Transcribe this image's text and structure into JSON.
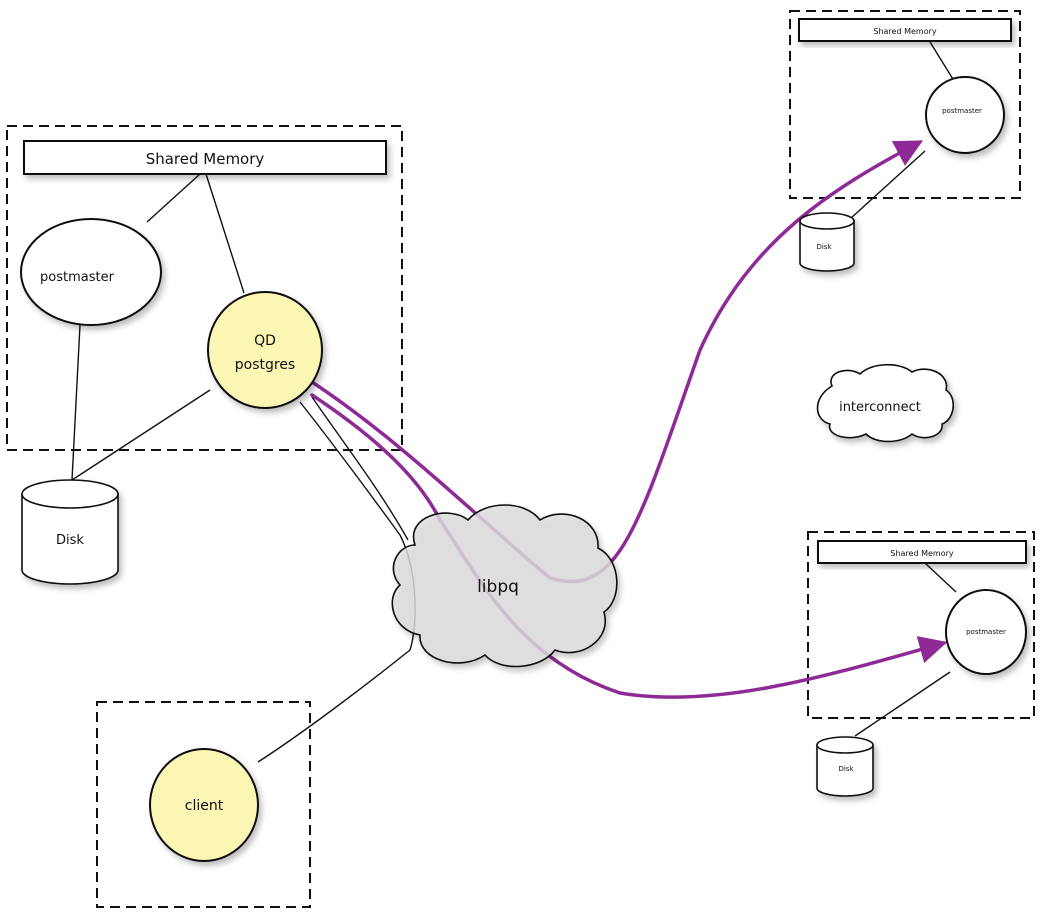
{
  "labels": {
    "main_shared_memory": "Shared Memory",
    "main_postmaster": "postmaster",
    "qd_line1": "QD",
    "qd_line2": "postgres",
    "main_disk": "Disk",
    "libpq": "libpq",
    "client": "client",
    "interconnect": "interconnect",
    "seg1_shared_memory": "Shared Memory",
    "seg1_postmaster": "postmaster",
    "seg1_disk": "Disk",
    "seg2_shared_memory": "Shared Memory",
    "seg2_postmaster": "postmaster",
    "seg2_disk": "Disk"
  },
  "colors": {
    "node_highlight": "#fbf6b3",
    "cloud_libpq": "#dddddd",
    "arrow": "#8d2a96"
  }
}
